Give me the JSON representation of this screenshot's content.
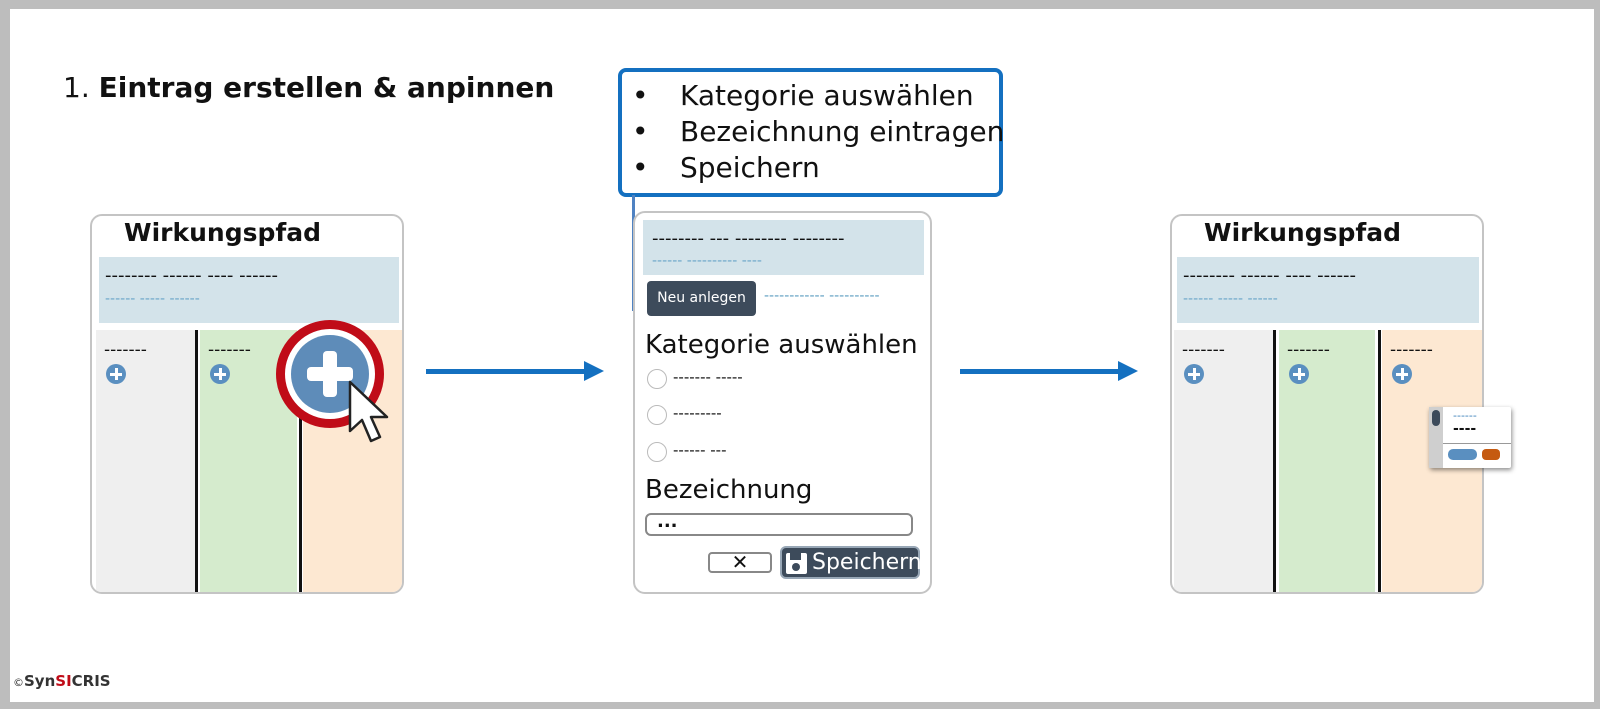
{
  "step": {
    "number": "1.",
    "title": "Eintrag erstellen & anpinnen"
  },
  "callout": {
    "bullet": "•",
    "items": [
      "Kategorie auswählen",
      "Bezeichnung eintragen",
      "Speichern"
    ]
  },
  "panel_left": {
    "title": "Wirkungspfad",
    "info_main": "-------- ------ ---- ------",
    "info_sub": "------ ----- ------",
    "columns": [
      "-------",
      "-------",
      "-------"
    ]
  },
  "panel_form": {
    "info_main": "-------- --- -------- --------",
    "info_sub": "------ ---------- ----",
    "new_button": "Neu anlegen",
    "new_dash": "------------ ----------",
    "category_heading": "Kategorie auswählen",
    "options": [
      "------- -----",
      "---------",
      "------ ---"
    ],
    "name_heading": "Bezeichnung",
    "name_value": "...",
    "cancel_label": "✕",
    "save_label": "Speichern"
  },
  "panel_right": {
    "title": "Wirkungspfad",
    "info_main": "-------- ------ ---- ------",
    "info_sub": "------ ----- ------",
    "columns": [
      "-------",
      "-------",
      "-------"
    ],
    "card": {
      "line1": "------",
      "line2": "----"
    }
  },
  "colors": {
    "accent_blue": "#1470c0",
    "highlight_red": "#c00c18",
    "col_grey": "#efefef",
    "col_green": "#d5ebcd",
    "col_orange": "#fde8d2",
    "info_bg": "#d3e3ea"
  },
  "icons": [
    "plus-circle-icon",
    "mouse-pointer-icon",
    "arrow-right-icon",
    "floppy-disk-icon",
    "close-icon"
  ],
  "copyright": {
    "symbol": "©",
    "brand_a": "Syn",
    "brand_b": "SI",
    "brand_c": "CRIS"
  }
}
